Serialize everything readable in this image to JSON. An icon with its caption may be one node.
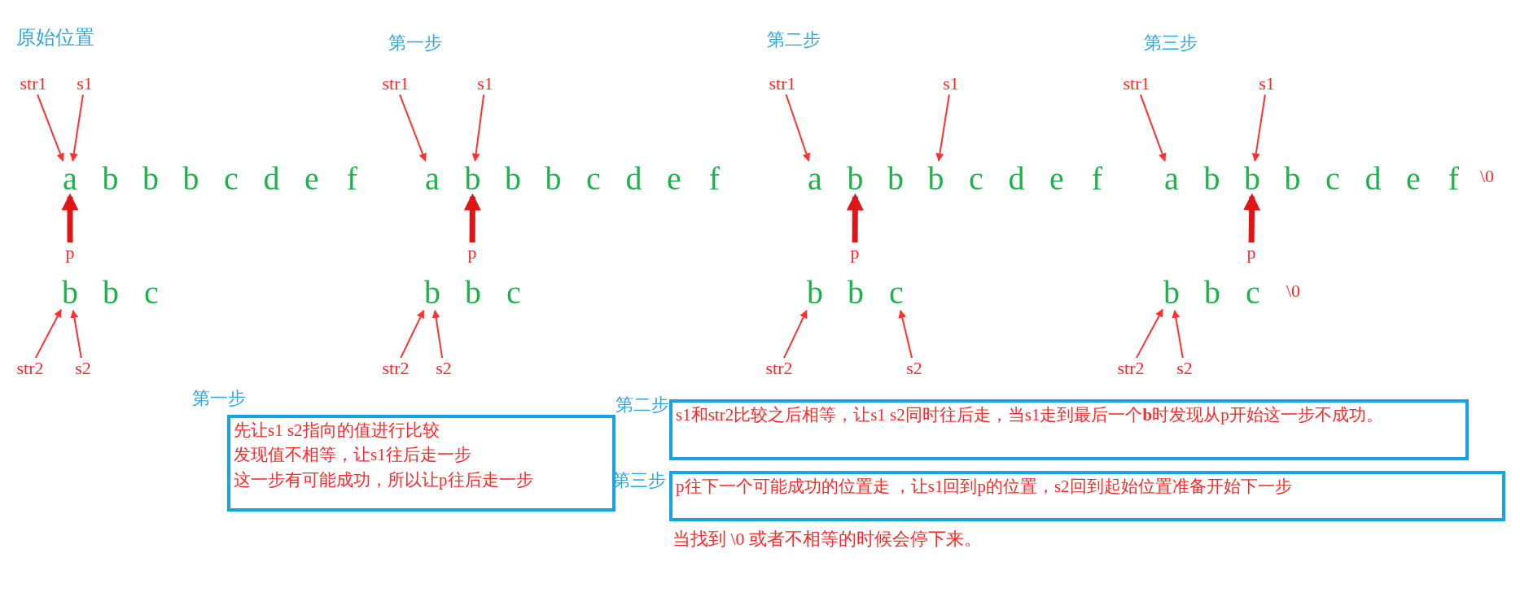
{
  "diagram": {
    "nodes": [
      {
        "text": [
          "str1"
        ]
      },
      {
        "text": [
          "s1"
        ]
      },
      {
        "text": [
          "a"
        ]
      },
      {
        "text": [
          "b"
        ]
      },
      {
        "text": [
          "b"
        ]
      },
      {
        "text": [
          "b"
        ]
      },
      {
        "text": [
          "c"
        ]
      },
      {
        "text": [
          "d"
        ]
      },
      {
        "text": [
          "e"
        ]
      },
      {
        "text": [
          "f"
        ]
      },
      {
        "text": [
          "p"
        ]
      },
      {
        "text": [
          "b"
        ]
      },
      {
        "text": [
          "b"
        ]
      },
      {
        "text": [
          "c"
        ]
      },
      {
        "text": [
          "str2"
        ]
      },
      {
        "text": [
          "s2"
        ]
      },
      {
        "text": [
          "str1"
        ]
      },
      {
        "text": [
          "s1"
        ]
      },
      {
        "text": [
          "a"
        ]
      },
      {
        "text": [
          "b"
        ]
      },
      {
        "text": [
          "b"
        ]
      },
      {
        "text": [
          "b"
        ]
      },
      {
        "text": [
          "c"
        ]
      },
      {
        "text": [
          "d"
        ]
      },
      {
        "text": [
          "e"
        ]
      },
      {
        "text": [
          "f"
        ]
      },
      {
        "text": [
          "p"
        ]
      },
      {
        "text": [
          "b"
        ]
      },
      {
        "text": [
          "b"
        ]
      },
      {
        "text": [
          "c"
        ]
      },
      {
        "text": [
          "str2"
        ]
      },
      {
        "text": [
          "s2"
        ]
      },
      {
        "text": [
          "str1"
        ]
      },
      {
        "text": [
          "s1"
        ]
      },
      {
        "text": [
          "a"
        ]
      },
      {
        "text": [
          "b"
        ]
      },
      {
        "text": [
          "b"
        ]
      },
      {
        "text": [
          "b"
        ]
      },
      {
        "text": [
          "c"
        ]
      },
      {
        "text": [
          "d"
        ]
      },
      {
        "text": [
          "e"
        ]
      },
      {
        "text": [
          "f"
        ]
      },
      {
        "text": [
          "p"
        ]
      },
      {
        "text": [
          "b"
        ]
      },
      {
        "text": [
          "b"
        ]
      },
      {
        "text": [
          "c"
        ]
      },
      {
        "text": [
          "str2"
        ]
      },
      {
        "text": [
          "s2"
        ]
      },
      {
        "text": [
          "str1"
        ]
      },
      {
        "text": [
          "s1"
        ]
      },
      {
        "text": [
          "a"
        ]
      },
      {
        "text": [
          "b"
        ]
      },
      {
        "text": [
          "b"
        ]
      },
      {
        "text": [
          "b"
        ]
      },
      {
        "text": [
          "c"
        ]
      },
      {
        "text": [
          "d"
        ]
      },
      {
        "text": [
          "e"
        ]
      },
      {
        "text": [
          "f"
        ]
      },
      {
        "text": [
          "p"
        ]
      },
      {
        "text": [
          "b"
        ]
      },
      {
        "text": [
          "b"
        ]
      },
      {
        "text": [
          "c"
        ]
      },
      {
        "text": [
          "str2"
        ]
      },
      {
        "text": [
          "s2"
        ]
      },
      {
        "text": [
          "第一步",
          "先让s1 s2指向的值进行比较",
          "发现值不相等，让s1往后走一步",
          "这一步有可能成功，所以让p往后走一步"
        ]
      },
      {
        "text": [
          "第二步",
          "s1和str2比较之后相等，让s1 s2同时往后走，当s1走到最后一个**b**时发现从p开始这一步不成功。"
        ]
      },
      {
        "text": [
          "第三步",
          "p往下一个可能成功的位置走 ，让s1回到p的位置，s2回到起始位置准备开始下一步"
        ]
      }
    ],
    "edges": [
      {
        "from": 0,
        "to": 2,
        "arrow": "to"
      },
      {
        "from": 1,
        "to": 2,
        "arrow": "to"
      },
      {
        "from": 10,
        "to": 2,
        "arrow": "to",
        "style": "thick"
      },
      {
        "from": 14,
        "to": 11,
        "arrow": "to"
      },
      {
        "from": 15,
        "to": 11,
        "arrow": "to"
      },
      {
        "from": 16,
        "to": 18,
        "arrow": "to"
      },
      {
        "from": 17,
        "to": 19,
        "arrow": "to"
      },
      {
        "from": 26,
        "to": 19,
        "arrow": "to",
        "style": "thick"
      },
      {
        "from": 30,
        "to": 27,
        "arrow": "to"
      },
      {
        "from": 31,
        "to": 27,
        "arrow": "to"
      },
      {
        "from": 32,
        "to": 34,
        "arrow": "to"
      },
      {
        "from": 33,
        "to": 37,
        "arrow": "to"
      },
      {
        "from": 42,
        "to": 35,
        "arrow": "to",
        "style": "thick"
      },
      {
        "from": 46,
        "to": 43,
        "arrow": "to"
      },
      {
        "from": 47,
        "to": 45,
        "arrow": "to"
      },
      {
        "from": 48,
        "to": 50,
        "arrow": "to"
      },
      {
        "from": 49,
        "to": 52,
        "arrow": "to"
      },
      {
        "from": 58,
        "to": 52,
        "arrow": "to",
        "style": "thick"
      },
      {
        "from": 62,
        "to": 59,
        "arrow": "to"
      },
      {
        "from": 63,
        "to": 59,
        "arrow": "to"
      }
    ],
    "labels": [
      "原始位置",
      "第一步",
      "第二步",
      "第三步",
      "\\0",
      "\\0",
      "当找到 \\0 或者不相等的时候会停下来。"
    ]
  }
}
